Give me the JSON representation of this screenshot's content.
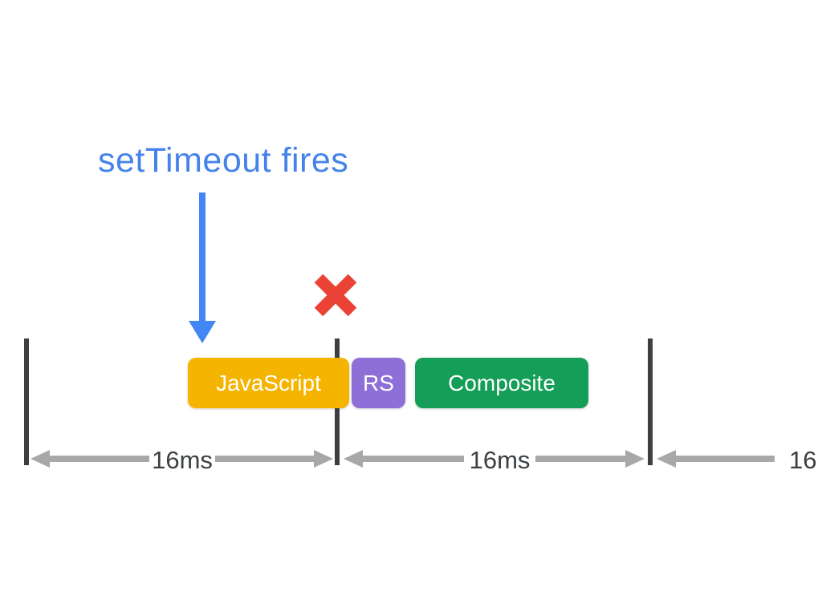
{
  "title": {
    "text": "setTimeout fires",
    "color": "#4583EB"
  },
  "annotation_arrow": {
    "icon": "down-arrow-icon",
    "color": "#4285F4"
  },
  "blocked_marker": {
    "icon": "red-x-icon",
    "color": "#EA4335"
  },
  "tasks": [
    {
      "label": "JavaScript",
      "color": "#F4B400"
    },
    {
      "label": "RS",
      "color": "#8E6FD8"
    },
    {
      "label": "Composite",
      "color": "#159E58"
    }
  ],
  "intervals": [
    {
      "label": "16ms"
    },
    {
      "label": "16ms"
    },
    {
      "label": "16"
    }
  ],
  "frame_bars": {
    "count": 3,
    "color": "#3C4043"
  },
  "measure_arrow_color": "#A8A8A8",
  "label_color": "#3C4043",
  "background": "#ffffff"
}
